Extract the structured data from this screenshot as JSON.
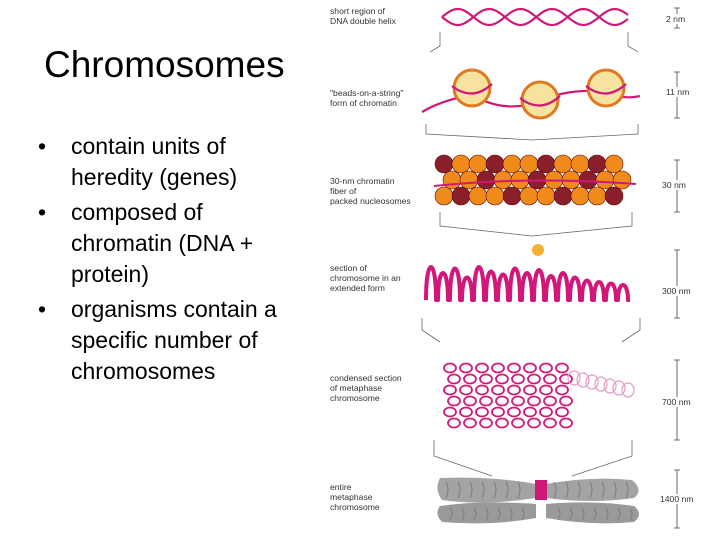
{
  "slide": {
    "title": "Chromosomes",
    "bullets": [
      "contain units of heredity (genes)",
      "composed of chromatin (DNA + protein)",
      "organisms contain a specific number of chromosomes"
    ]
  },
  "figure": {
    "levels": [
      {
        "label_lines": [
          "short region of",
          "DNA double helix"
        ],
        "scale": "2 nm"
      },
      {
        "label_lines": [
          "\"beads-on-a-string\"",
          "form of chromatin"
        ],
        "scale": "11 nm"
      },
      {
        "label_lines": [
          "30-nm chromatin",
          "fiber of",
          "packed nucleosomes"
        ],
        "scale": "30 nm"
      },
      {
        "label_lines": [
          "section of",
          "chromosome in an",
          "extended form"
        ],
        "scale": "300 nm"
      },
      {
        "label_lines": [
          "condensed section",
          "of metaphase",
          "chromosome"
        ],
        "scale": "700 nm"
      },
      {
        "label_lines": [
          "entire",
          "metaphase",
          "chromosome"
        ],
        "scale": "1400 nm"
      }
    ],
    "colors": {
      "dna": "#d2177a",
      "nucleosome_fill": "#f6e3a0",
      "nucleosome_edge": "#e07a20",
      "fiber_orange": "#f08a1a",
      "fiber_dark": "#8a1e2a",
      "chromosome_gray": "#a0a0a0",
      "centromere": "#d2177a",
      "guide_line": "#666666"
    }
  }
}
